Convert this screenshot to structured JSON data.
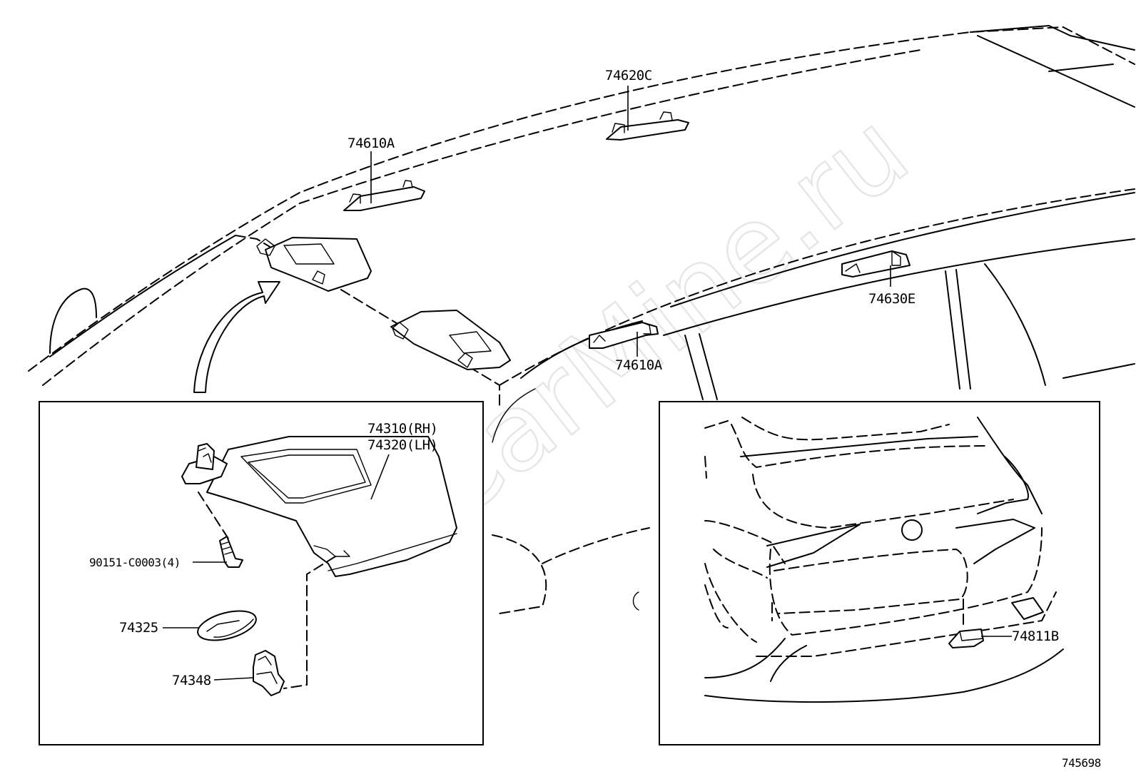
{
  "watermark": "ToyotaCarMine.ru",
  "labels": {
    "assist_grip_front": "74610A",
    "assist_grip_center": "74620C",
    "assist_grip_rear": "74630E",
    "assist_grip_front_right": "74610A",
    "visor_rh": "74310(RH)",
    "visor_lh": "74320(LH)",
    "screw": "90151-C0003(4)",
    "visor_holder_cover": "74325",
    "visor_holder": "74348",
    "back_door_pull": "74811B"
  },
  "figure_number": "745698"
}
